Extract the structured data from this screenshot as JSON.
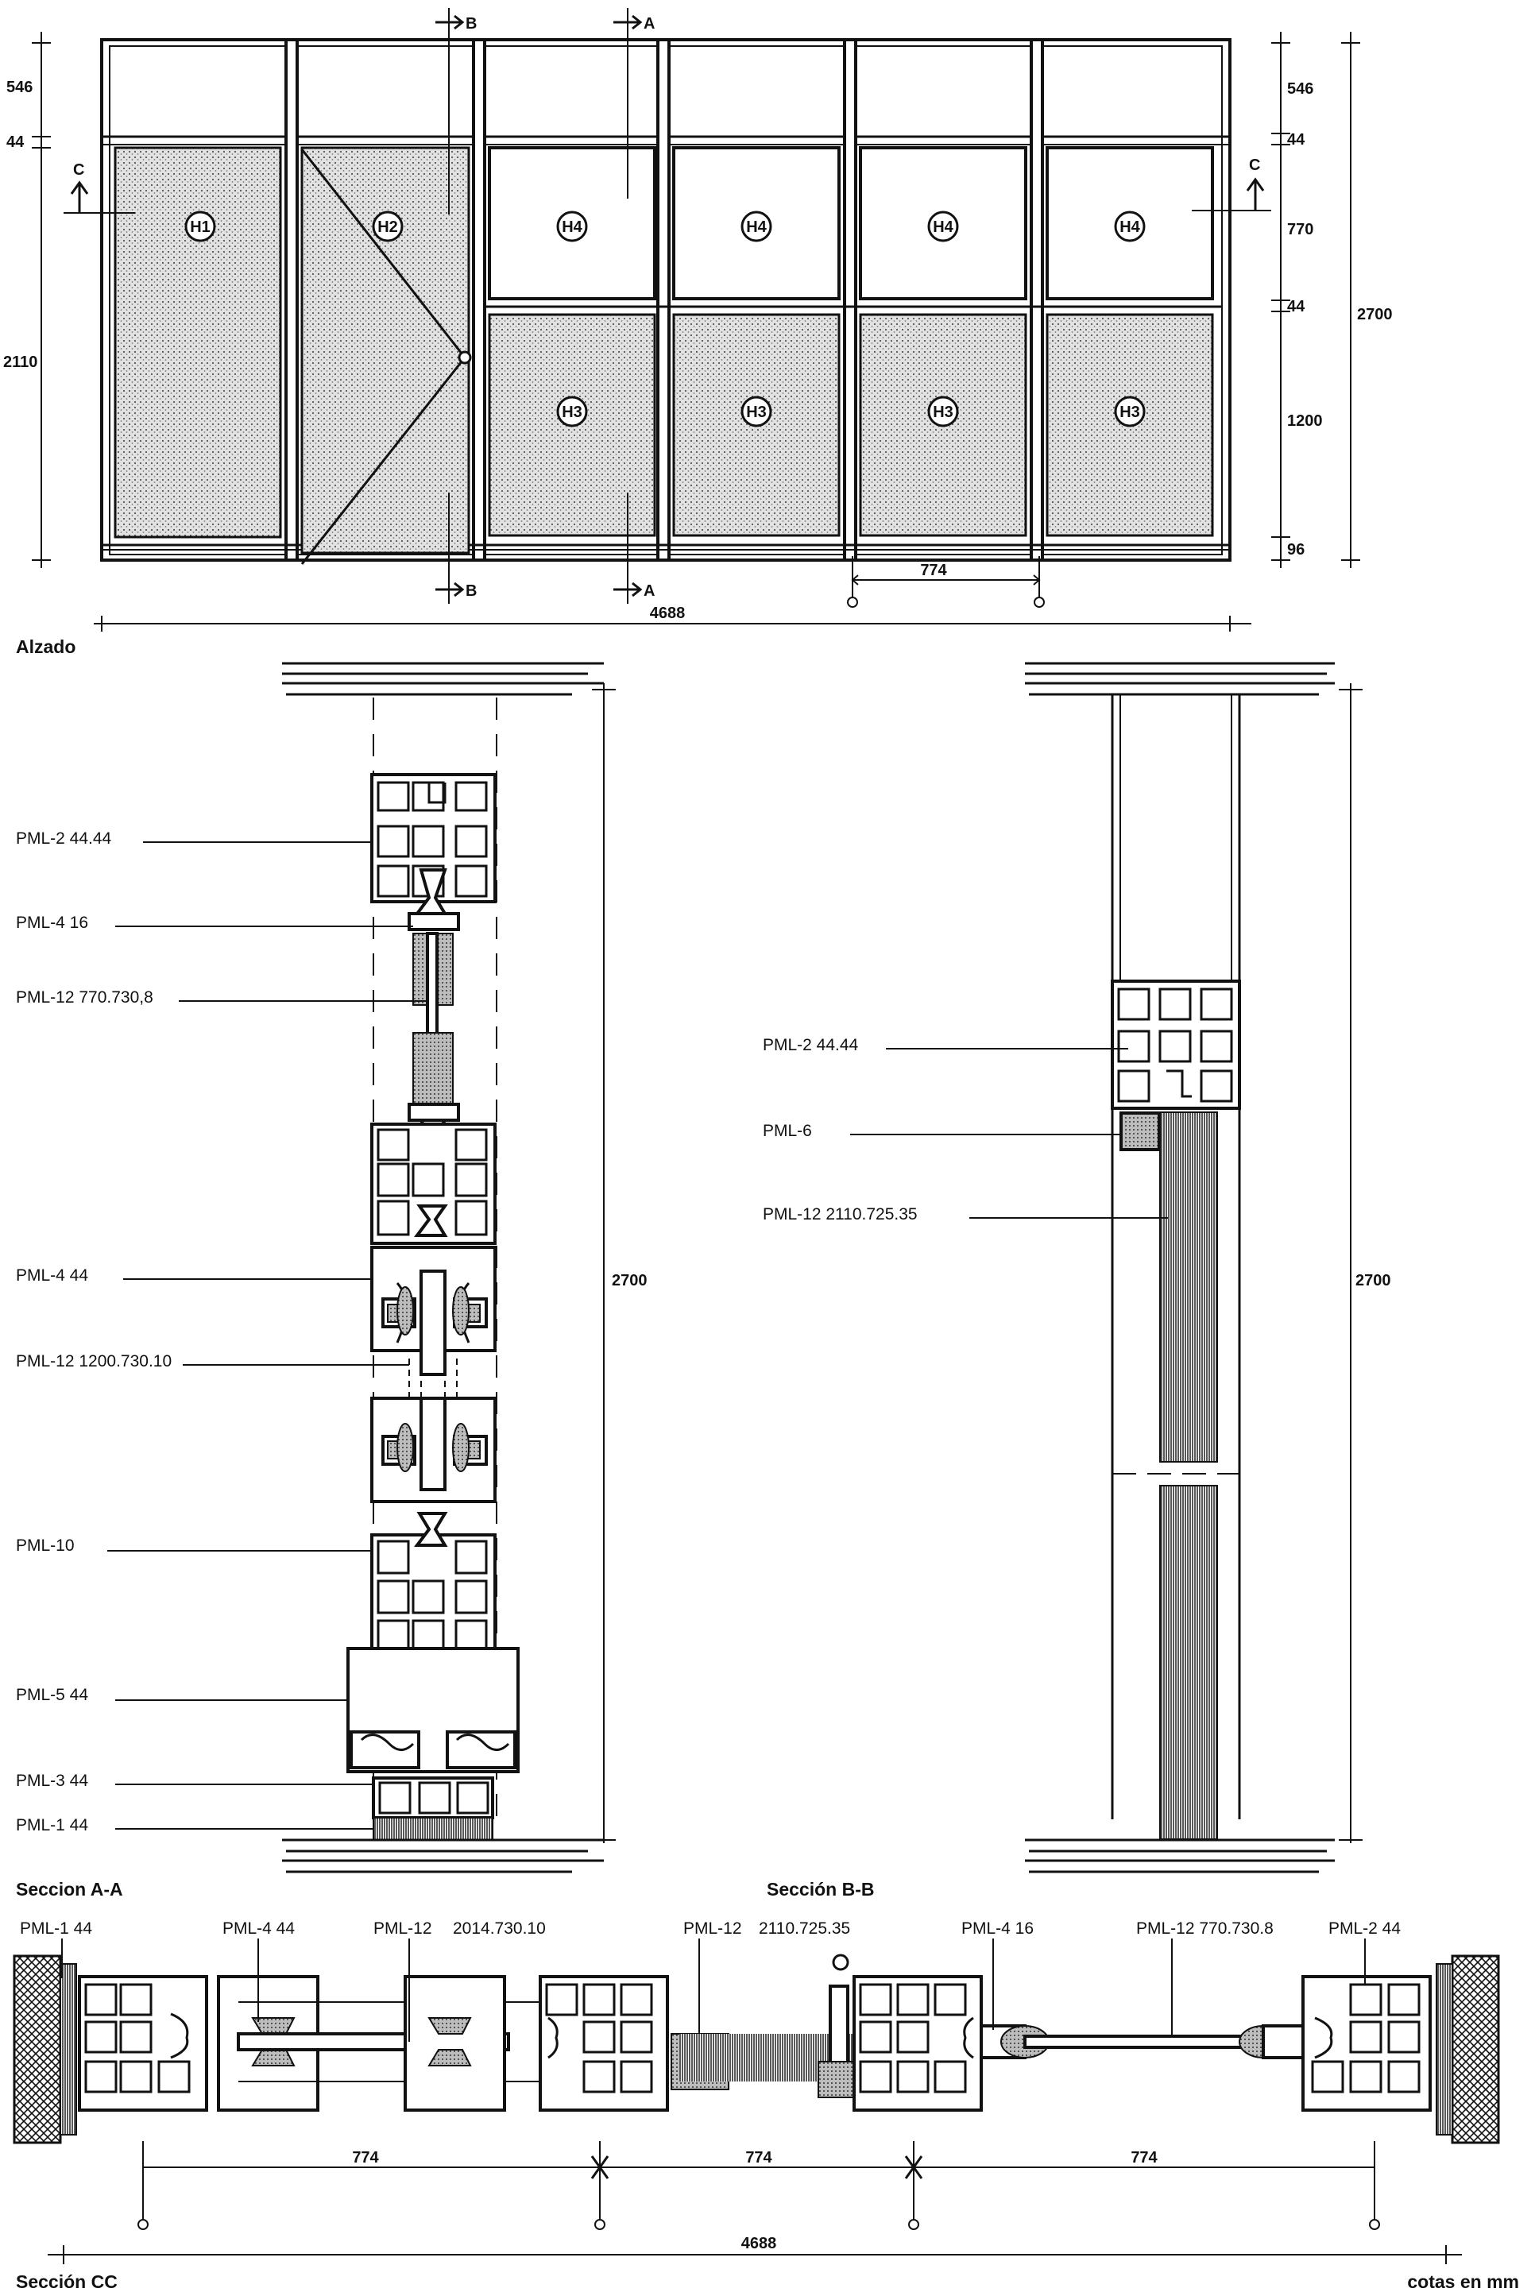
{
  "elevation": {
    "caption": "Alzado",
    "panels_top": [
      "H1",
      "H2",
      "H4",
      "H4",
      "H4",
      "H4"
    ],
    "panels_bottom": [
      "H3",
      "H3",
      "H3",
      "H3"
    ],
    "left_dims": [
      "546",
      "44",
      "2110"
    ],
    "right_dims": [
      "546",
      "44",
      "770",
      "44",
      "1200",
      "96"
    ],
    "total_height": "2700",
    "module_width": "774",
    "total_width": "4688",
    "cut_marks": {
      "a": "A",
      "b": "B",
      "c": "C"
    }
  },
  "section_aa": {
    "caption": "Seccion A-A",
    "height": "2700",
    "labels": [
      "PML-2 44.44",
      "PML-4 16",
      "PML-12 770.730,8",
      "PML-4 44",
      "PML-12 1200.730.10",
      "PML-10",
      "PML-5 44",
      "PML-3 44",
      "PML-1 44"
    ]
  },
  "section_bb": {
    "caption": "Sección B-B",
    "height": "2700",
    "labels": [
      "PML-2 44.44",
      "PML-6",
      "PML-12 2110.725.35"
    ]
  },
  "section_cc": {
    "caption": "Sección CC",
    "labels": [
      "PML-1 44",
      "PML-4 44",
      "PML-12",
      "2014.730.10",
      "PML-12",
      "2110.725.35",
      "PML-4 16",
      "PML-12 770.730.8",
      "PML-2 44"
    ],
    "module_dims": [
      "774",
      "774",
      "774"
    ],
    "total_width": "4688"
  },
  "units_note": "cotas en mm"
}
